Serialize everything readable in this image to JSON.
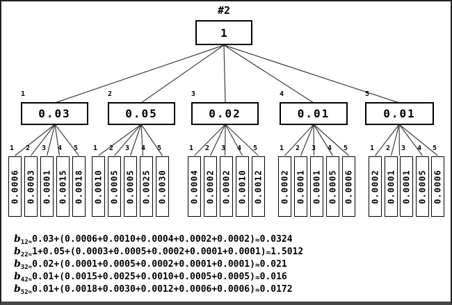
{
  "figure": {
    "tree_label": "#2",
    "root_value": "1",
    "approx_sign": "≈",
    "level2": [
      {
        "index": "1",
        "value": "0.03"
      },
      {
        "index": "2",
        "value": "0.05"
      },
      {
        "index": "3",
        "value": "0.02"
      },
      {
        "index": "4",
        "value": "0.01"
      },
      {
        "index": "5",
        "value": "0.01"
      }
    ],
    "leaf_groups": [
      {
        "parent_index": "1",
        "leaves": [
          {
            "index": "1",
            "value": "0.0006"
          },
          {
            "index": "2",
            "value": "0.0003"
          },
          {
            "index": "3",
            "value": "0.0001"
          },
          {
            "index": "4",
            "value": "0.0015"
          },
          {
            "index": "5",
            "value": "0.0018"
          }
        ]
      },
      {
        "parent_index": "2",
        "leaves": [
          {
            "index": "1",
            "value": "0.0010"
          },
          {
            "index": "2",
            "value": "0.0005"
          },
          {
            "index": "3",
            "value": "0.0005"
          },
          {
            "index": "4",
            "value": "0.0025"
          },
          {
            "index": "5",
            "value": "0.0030"
          }
        ]
      },
      {
        "parent_index": "3",
        "leaves": [
          {
            "index": "1",
            "value": "0.0004"
          },
          {
            "index": "2",
            "value": "0.0002"
          },
          {
            "index": "3",
            "value": "0.0002"
          },
          {
            "index": "4",
            "value": "0.0010"
          },
          {
            "index": "5",
            "value": "0.0012"
          }
        ]
      },
      {
        "parent_index": "4",
        "leaves": [
          {
            "index": "1",
            "value": "0.0002"
          },
          {
            "index": "2",
            "value": "0.0001"
          },
          {
            "index": "3",
            "value": "0.0001"
          },
          {
            "index": "4",
            "value": "0.0005"
          },
          {
            "index": "5",
            "value": "0.0006"
          }
        ]
      },
      {
        "parent_index": "5",
        "leaves": [
          {
            "index": "1",
            "value": "0.0002"
          },
          {
            "index": "2",
            "value": "0.0001"
          },
          {
            "index": "3",
            "value": "0.0001"
          },
          {
            "index": "4",
            "value": "0.0005"
          },
          {
            "index": "5",
            "value": "0.0006"
          }
        ]
      }
    ],
    "formulas": [
      {
        "var": "b",
        "sub": "12",
        "expr": "0.03+(0.0006+0.0010+0.0004+0.0002+0.0002)",
        "result": "0.0324"
      },
      {
        "var": "b",
        "sub": "22",
        "expr": "1+0.05+(0.0003+0.0005+0.0002+0.0001+0.0001)",
        "result": "1.5012"
      },
      {
        "var": "b",
        "sub": "32",
        "expr": "0.02+(0.0001+0.0005+0.0002+0.0001+0.0001)",
        "result": "0.021"
      },
      {
        "var": "b",
        "sub": "42",
        "expr": "0.01+(0.0015+0.0025+0.0010+0.0005+0.0005)",
        "result": "0.016"
      },
      {
        "var": "b",
        "sub": "52",
        "expr": "0.01+(0.0018+0.0030+0.0012+0.0006+0.0006)",
        "result": "0.0172"
      }
    ]
  }
}
